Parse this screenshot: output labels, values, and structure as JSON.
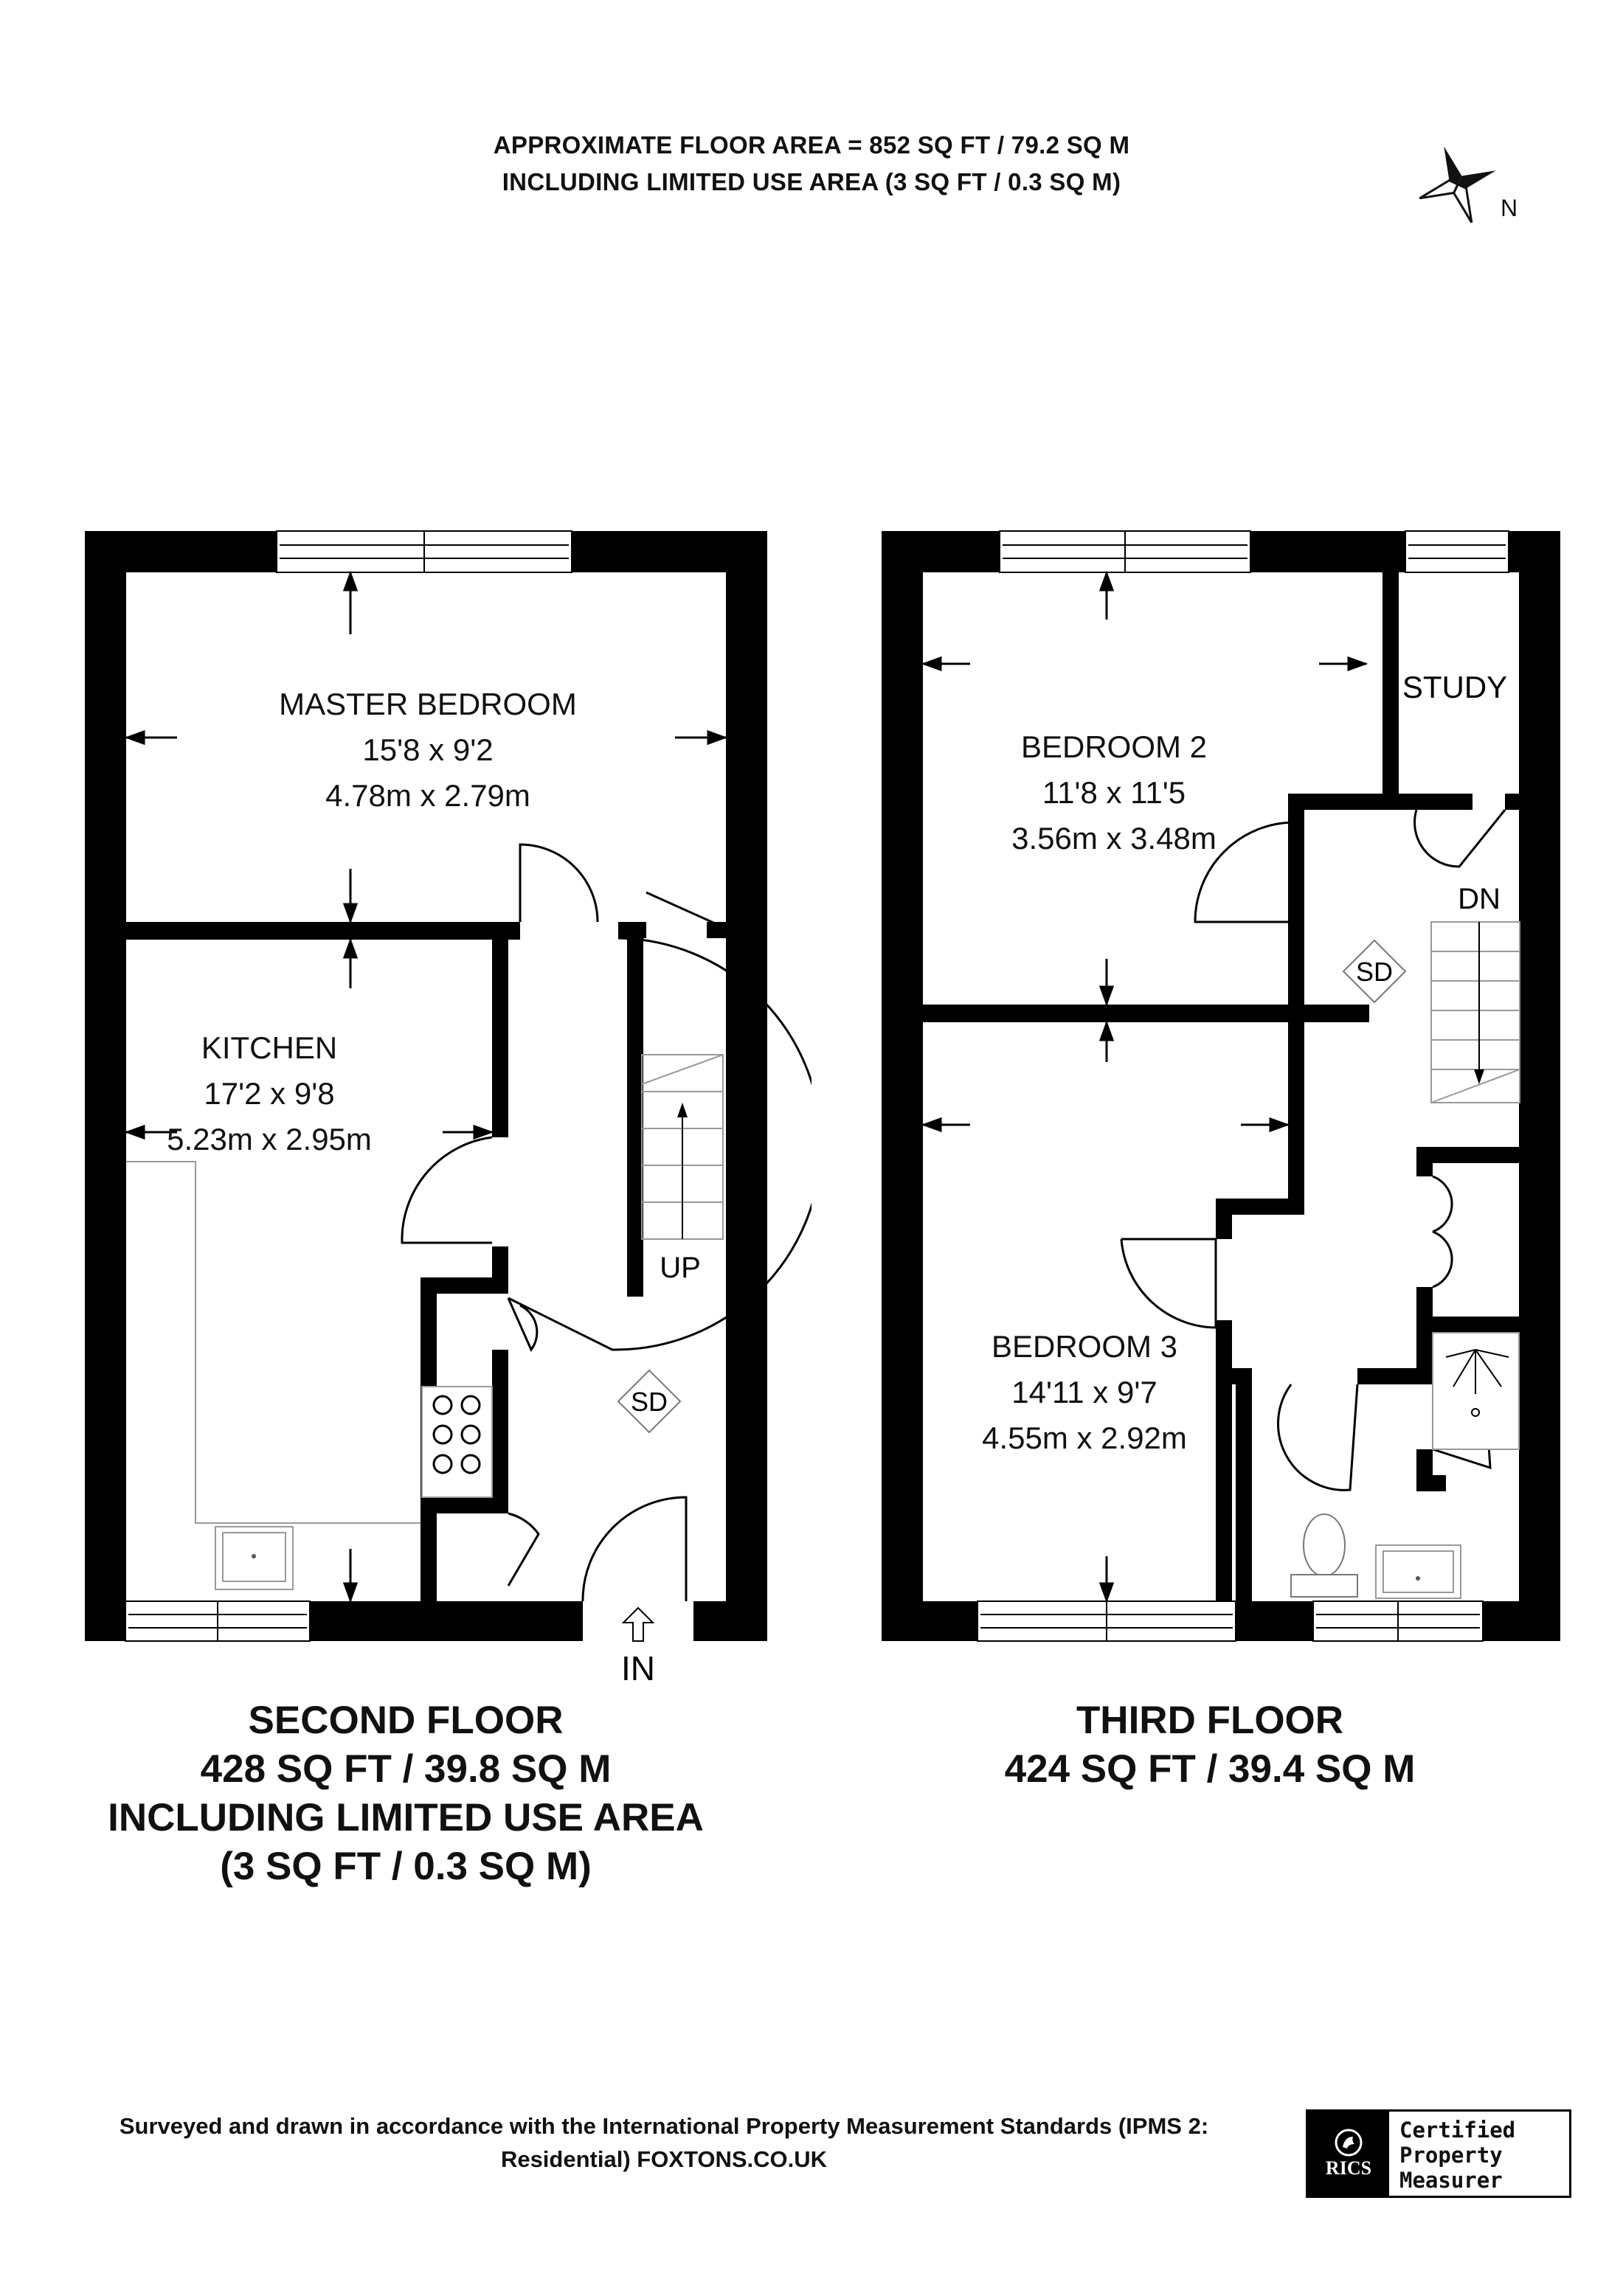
{
  "header": {
    "line1": "APPROXIMATE FLOOR AREA = 852 SQ FT / 79.2 SQ M",
    "line2": "INCLUDING LIMITED USE AREA (3 SQ FT / 0.3 SQ M)"
  },
  "compass": {
    "label": "N"
  },
  "second_floor": {
    "rooms": {
      "master_bedroom": {
        "name": "MASTER BEDROOM",
        "imperial": "15'8 x 9'2",
        "metric": "4.78m x 2.79m"
      },
      "kitchen": {
        "name": "KITCHEN",
        "imperial": "17'2 x 9'8",
        "metric": "5.23m x 2.95m"
      }
    },
    "labels": {
      "up": "UP",
      "sd": "SD",
      "in": "IN"
    },
    "caption": {
      "line1": "SECOND FLOOR",
      "line2": "428 SQ FT / 39.8 SQ M",
      "line3": "INCLUDING LIMITED USE AREA",
      "line4": "(3 SQ FT / 0.3 SQ M)"
    }
  },
  "third_floor": {
    "rooms": {
      "bedroom_2": {
        "name": "BEDROOM 2",
        "imperial": "11'8 x 11'5",
        "metric": "3.56m x 3.48m"
      },
      "bedroom_3": {
        "name": "BEDROOM 3",
        "imperial": "14'11 x 9'7",
        "metric": "4.55m x 2.92m"
      },
      "study": {
        "name": "STUDY"
      }
    },
    "labels": {
      "dn": "DN",
      "sd": "SD"
    },
    "caption": {
      "line1": "THIRD FLOOR",
      "line2": "424 SQ FT / 39.4 SQ M"
    }
  },
  "footer": {
    "line1": "Surveyed and drawn in accordance with the International Property Measurement Standards (IPMS 2:",
    "line2": "Residential) FOXTONS.CO.UK"
  },
  "badge": {
    "logo_text": "RICS",
    "line1": "Certified",
    "line2": "Property",
    "line3": "Measurer"
  }
}
